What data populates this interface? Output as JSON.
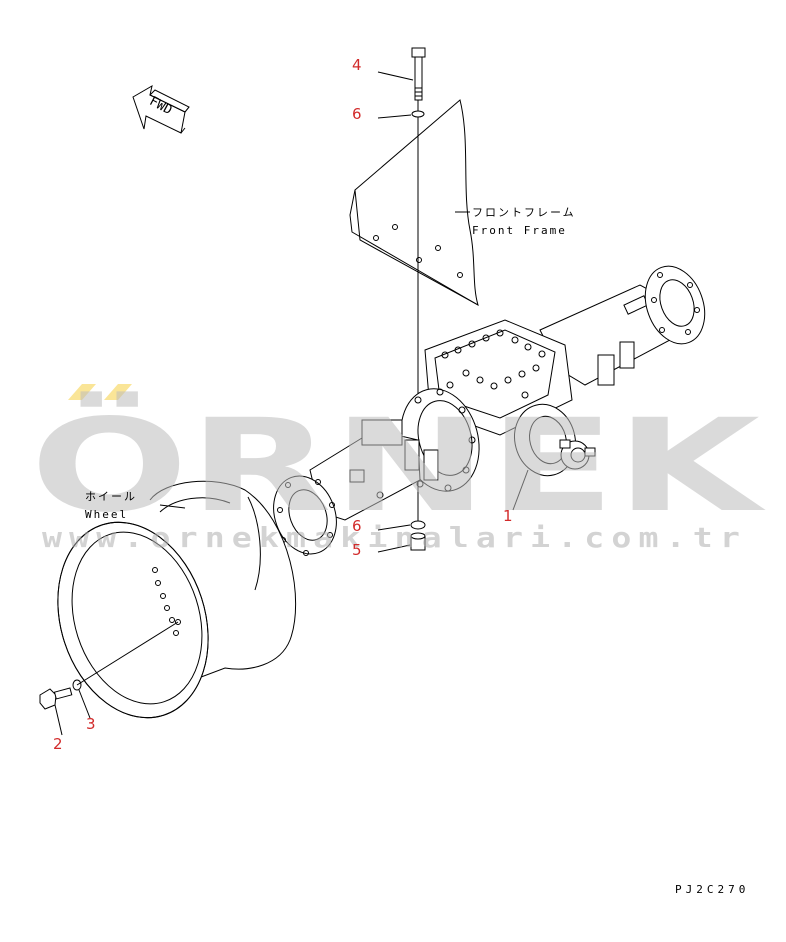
{
  "diagram": {
    "callouts": [
      "4",
      "6",
      "1",
      "6",
      "5",
      "2",
      "3"
    ],
    "front_frame_jp": "フロントフレーム",
    "front_frame_en": "Front Frame",
    "wheel_jp": "ホイール",
    "wheel_en": "Wheel",
    "fwd": "FWD",
    "code": "PJ2C270"
  },
  "watermark": {
    "brand": "ÖRNEK",
    "url": "www.ornekmakinalari.com.tr",
    "accent_color": "#f5c518"
  }
}
